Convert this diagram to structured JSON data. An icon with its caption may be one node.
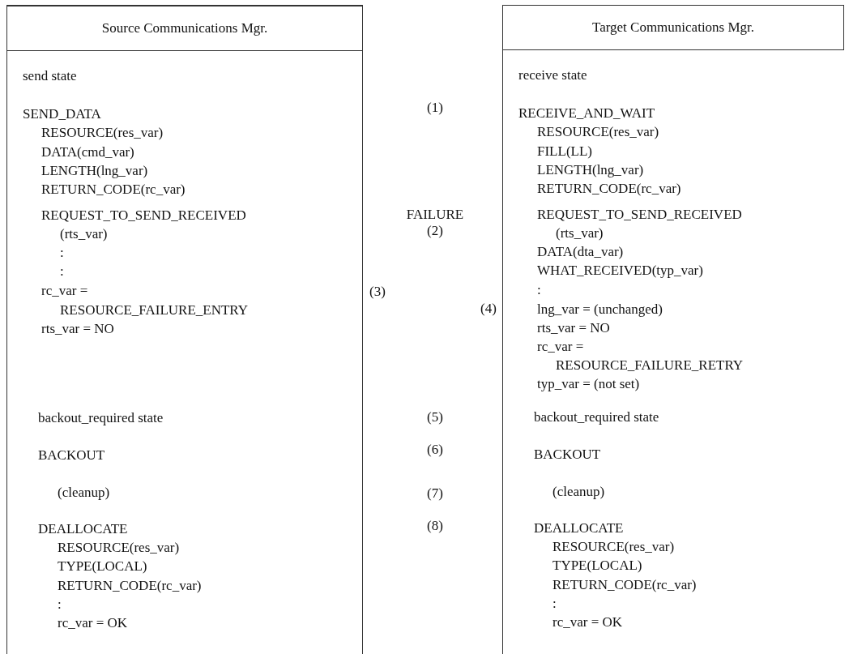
{
  "diagram": {
    "nodes": [
      {
        "text": [
          "Source Communications Mgr.",
          "send state",
          "SEND_DATA",
          "RESOURCE(res_var)",
          "DATA(cmd_var)",
          "LENGTH(lng_var)",
          "RETURN_CODE(rc_var)",
          "REQUEST_TO_SEND_RECEIVED",
          "(rts_var)",
          ":",
          ":",
          "rc_var =",
          "RESOURCE_FAILURE_ENTRY",
          "rts_var = NO",
          "backout_required state",
          "BACKOUT",
          "(cleanup)",
          "DEALLOCATE",
          "RESOURCE(res_var)",
          "TYPE(LOCAL)",
          "RETURN_CODE(rc_var)",
          ":",
          "rc_var = OK"
        ]
      },
      {
        "text": [
          "Target Communications Mgr.",
          "receive state",
          "RECEIVE_AND_WAIT",
          "RESOURCE(res_var)",
          "FILL(LL)",
          "LENGTH(lng_var)",
          "RETURN_CODE(rc_var)",
          "REQUEST_TO_SEND_RECEIVED",
          "(rts_var)",
          "DATA(dta_var)",
          "WHAT_RECEIVED(typ_var)",
          ":",
          "lng_var = (unchanged)",
          "rts_var = NO",
          "rc_var =",
          "RESOURCE_FAILURE_RETRY",
          "typ_var = (not set)",
          "backout_required state",
          "BACKOUT",
          "(cleanup)",
          "DEALLOCATE",
          "RESOURCE(res_var)",
          "TYPE(LOCAL)",
          "RETURN_CODE(rc_var)",
          ":",
          "rc_var = OK"
        ]
      }
    ],
    "labels": [
      "(1)",
      "FAILURE",
      "(2)",
      "(3)",
      "(4)",
      "(5)",
      "(6)",
      "(7)",
      "(8)"
    ]
  }
}
